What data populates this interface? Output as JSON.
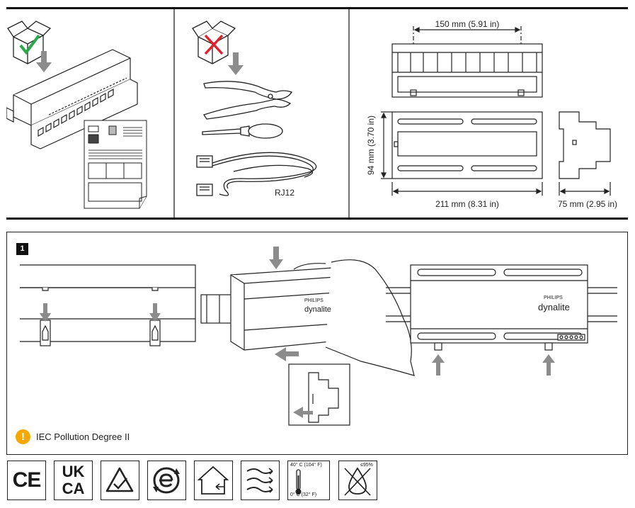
{
  "top_panels": {
    "dimensions": {
      "width_label": "150 mm (5.91 in)",
      "height_label": "94 mm (3.70 in)",
      "length_label": "211 mm (8.31 in)",
      "depth_label": "75 mm (2.95 in)"
    },
    "tools": {
      "cable_label": "RJ12"
    }
  },
  "mounting": {
    "step_number": "1",
    "brand_top": "PHILIPS",
    "brand_name": "dynalite",
    "pollution_note": "IEC Pollution Degree II",
    "warning_glyph": "!"
  },
  "symbols": {
    "ce": "CE",
    "ukca_top": "UK",
    "ukca_bottom": "CA",
    "temp_max": "40° C (104° F)",
    "temp_min": "0° C (32° F)",
    "humidity": "≤95%"
  },
  "colors": {
    "warning": "#f6a800",
    "check": "#2aa84a",
    "cross": "#e0202b",
    "arrow": "#8c8c8c"
  }
}
